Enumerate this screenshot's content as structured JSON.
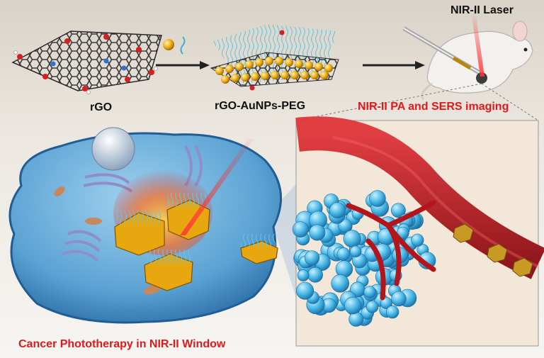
{
  "labels": {
    "rgo": "rGO",
    "rgo_aunps_peg": "rGO-AuNPs-PEG",
    "laser": "NIR-II Laser",
    "imaging": "NIR-II PA and SERS imaging",
    "therapy": "Cancer Phototherapy in NIR-II Window"
  },
  "colors": {
    "label_dark": "#111111",
    "label_red": "#e0191b",
    "cell_blue": "#3a86c8",
    "vessel_red": "#b3151b",
    "tumor_blue": "#49b8e6",
    "gold": "#e9a70f",
    "laser": "#ff4a4a",
    "graphene_carbon": "#2a2a2a",
    "graphene_oxygen": "#d42020",
    "graphene_nitrogen": "#2f6fd6"
  },
  "icons": {
    "arrow_1": "right-arrow-icon",
    "arrow_2": "right-arrow-icon",
    "mouse": "mouse-icon",
    "syringe": "syringe-icon"
  }
}
